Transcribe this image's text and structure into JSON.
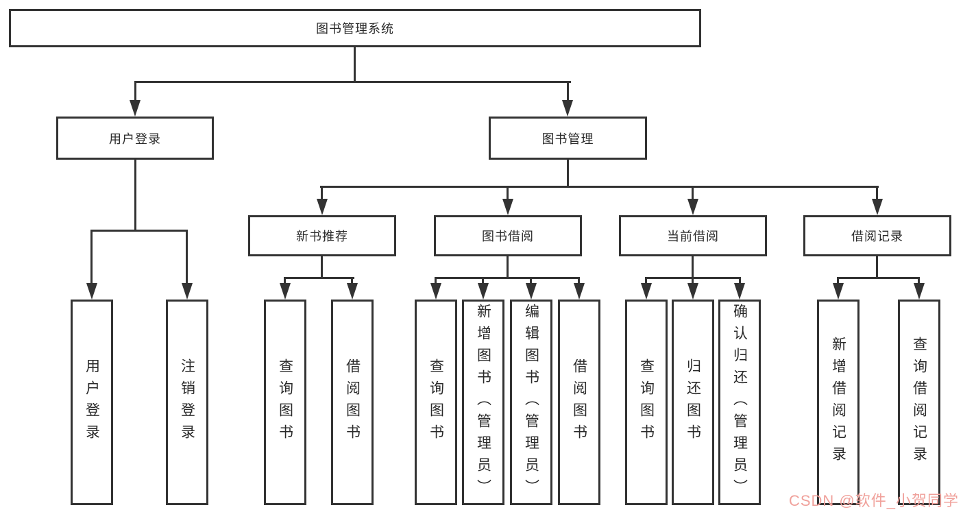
{
  "tree": {
    "label": "图书管理系统",
    "children": [
      {
        "label": "用户登录",
        "children": [
          {
            "label": "用户登录"
          },
          {
            "label": "注销登录"
          }
        ]
      },
      {
        "label": "图书管理",
        "children": [
          {
            "label": "新书推荐",
            "children": [
              {
                "label": "查询图书"
              },
              {
                "label": "借阅图书"
              }
            ]
          },
          {
            "label": "图书借阅",
            "children": [
              {
                "label": "查询图书"
              },
              {
                "label": "新增图书（管理员）"
              },
              {
                "label": "编辑图书（管理员）"
              },
              {
                "label": "借阅图书"
              }
            ]
          },
          {
            "label": "当前借阅",
            "children": [
              {
                "label": "查询图书"
              },
              {
                "label": "归还图书"
              },
              {
                "label": "确认归还（管理员）"
              }
            ]
          },
          {
            "label": "借阅记录",
            "children": [
              {
                "label": "新增借阅记录"
              },
              {
                "label": "查询借阅记录"
              }
            ]
          }
        ]
      }
    ]
  },
  "watermark": {
    "text": "CSDN @软件_小贺同学",
    "color": "#f0a19b"
  },
  "colors": {
    "line": "#333333",
    "text": "#2a2a2a",
    "background": "#ffffff"
  }
}
